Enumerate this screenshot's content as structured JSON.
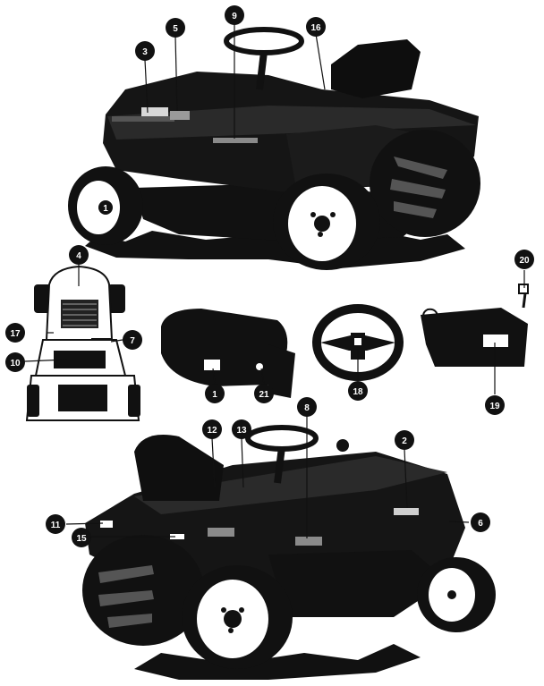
{
  "diagram": {
    "colors": {
      "ink": "#111111",
      "paper": "#ffffff",
      "grey": "#4a4a4a",
      "light": "#d8d8d8"
    },
    "callouts": [
      {
        "id": "c1a",
        "label": "1"
      },
      {
        "id": "c1b",
        "label": "1"
      },
      {
        "id": "c2",
        "label": "2"
      },
      {
        "id": "c3",
        "label": "3"
      },
      {
        "id": "c4",
        "label": "4"
      },
      {
        "id": "c5",
        "label": "5"
      },
      {
        "id": "c6",
        "label": "6"
      },
      {
        "id": "c7",
        "label": "7"
      },
      {
        "id": "c8",
        "label": "8"
      },
      {
        "id": "c9",
        "label": "9"
      },
      {
        "id": "c10",
        "label": "10"
      },
      {
        "id": "c11",
        "label": "11"
      },
      {
        "id": "c12",
        "label": "12"
      },
      {
        "id": "c13",
        "label": "13"
      },
      {
        "id": "c15",
        "label": "15"
      },
      {
        "id": "c16",
        "label": "16"
      },
      {
        "id": "c17",
        "label": "17"
      },
      {
        "id": "c18",
        "label": "18"
      },
      {
        "id": "c19",
        "label": "19"
      },
      {
        "id": "c20",
        "label": "20"
      },
      {
        "id": "c21",
        "label": "21"
      }
    ]
  }
}
